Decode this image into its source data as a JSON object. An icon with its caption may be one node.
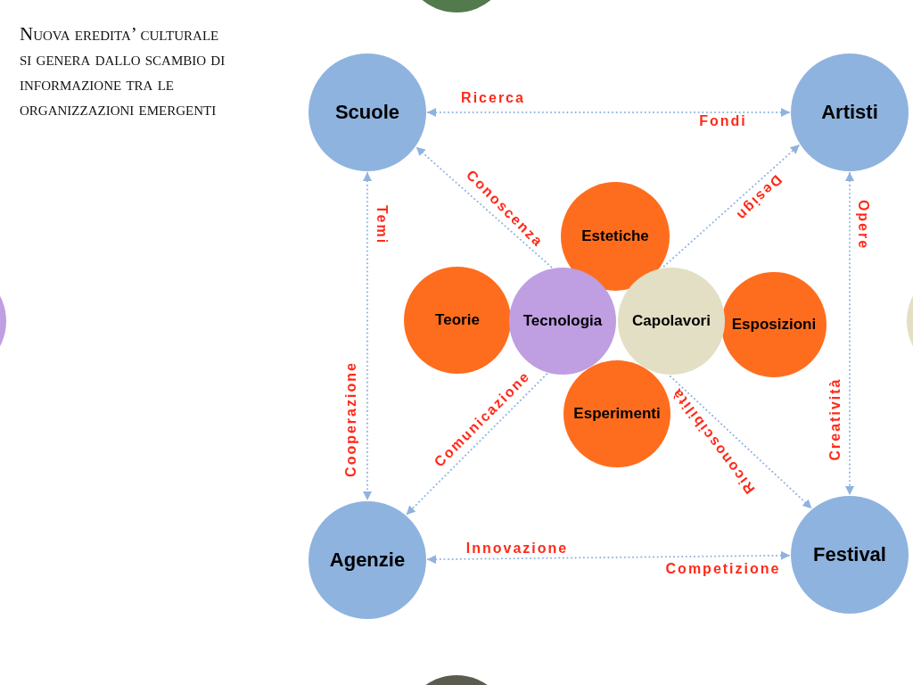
{
  "diagram": {
    "title": "Nuova eredita’ culturale si genera dallo scambio di informazione tra le organizzazioni emergenti",
    "nodes": [
      {
        "text": [
          "Scuole"
        ]
      },
      {
        "text": [
          "Artisti"
        ]
      },
      {
        "text": [
          "Teorie"
        ]
      },
      {
        "text": [
          "Tecnologia"
        ]
      },
      {
        "text": [
          "Estetiche"
        ]
      },
      {
        "text": [
          "Capolavori"
        ]
      },
      {
        "text": [
          "Esposizioni"
        ]
      },
      {
        "text": [
          "Esperimenti"
        ]
      },
      {
        "text": [
          "Agenzie"
        ]
      },
      {
        "text": [
          "Festival"
        ]
      },
      {
        "text": [],
        "shape": "circle"
      },
      {
        "text": [],
        "shape": "circle"
      },
      {
        "text": [],
        "shape": "circle"
      },
      {
        "text": [],
        "shape": "circle"
      }
    ],
    "edges": [
      {
        "from": 0,
        "to": 1,
        "arrow": "both",
        "label": "Ricerca"
      },
      {
        "from": 0,
        "to": 8,
        "arrow": "both",
        "label": "Temi"
      },
      {
        "from": 1,
        "to": 9,
        "arrow": "both",
        "label": "Opere"
      },
      {
        "from": 3,
        "to": 0,
        "arrow": "to",
        "label": "Conoscenza"
      },
      {
        "from": 5,
        "to": 1,
        "arrow": "to",
        "label": "Design"
      },
      {
        "from": 3,
        "to": 8,
        "arrow": "to",
        "label": "Comunicazione"
      },
      {
        "from": 5,
        "to": 9,
        "arrow": "to",
        "label": "Riconoscibilità"
      },
      {
        "from": 8,
        "to": 9,
        "arrow": "both",
        "label": "Innovazione"
      }
    ],
    "labels": [
      "Fondi",
      "Cooperazione",
      "Creatività",
      "Competizione"
    ]
  }
}
